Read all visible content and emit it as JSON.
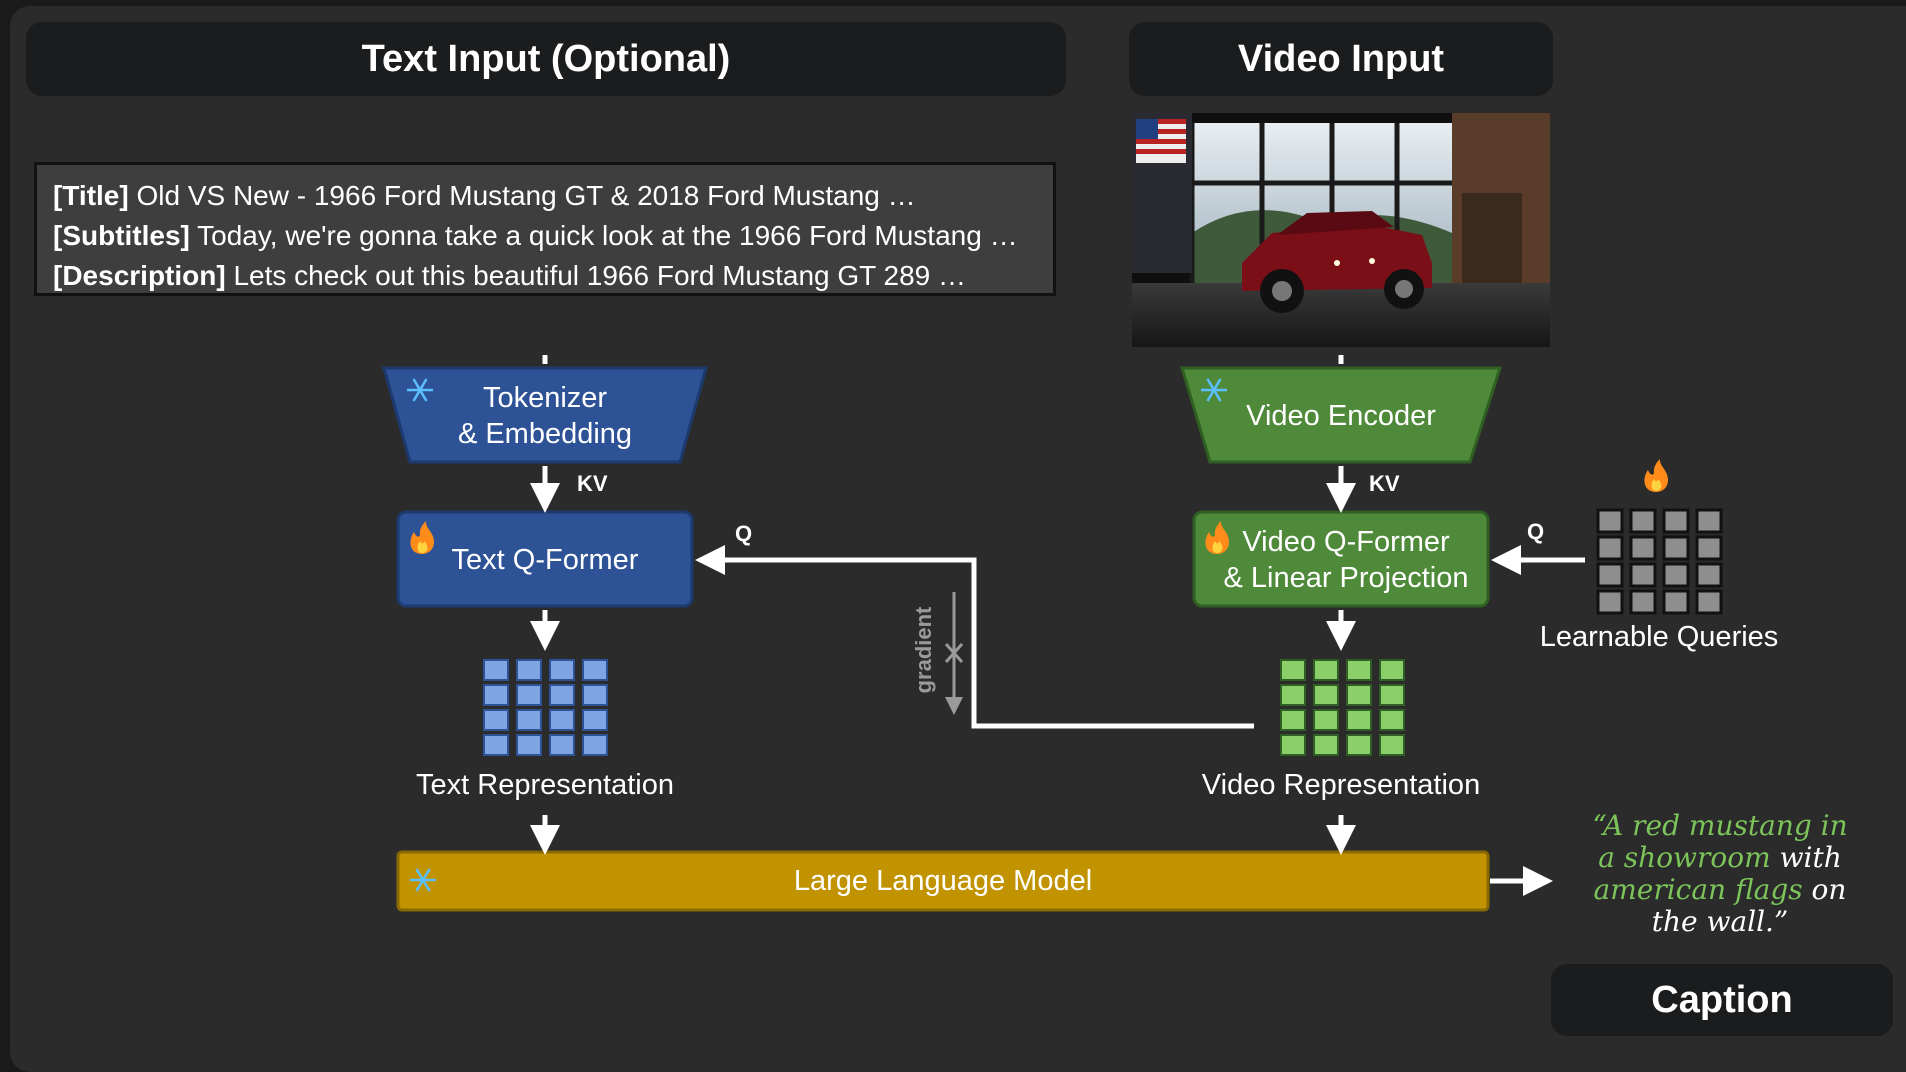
{
  "headers": {
    "text_input": "Text Input (Optional)",
    "video_input": "Video Input",
    "caption": "Caption"
  },
  "text_input": {
    "lines": [
      {
        "tag": "[Title]",
        "text": " Old VS New - 1966 Ford Mustang GT & 2018 Ford Mustang …"
      },
      {
        "tag": "[Subtitles]",
        "text": " Today, we're gonna take a quick look at the 1966 Ford Mustang …"
      },
      {
        "tag": "[Description]",
        "text": " Lets check out this beautiful 1966 Ford Mustang GT 289 …"
      }
    ]
  },
  "modules": {
    "tokenizer": {
      "line1": "Tokenizer",
      "line2": "& Embedding",
      "state": "frozen"
    },
    "video_encoder": {
      "label": "Video Encoder",
      "state": "frozen"
    },
    "text_qformer": {
      "label": "Text Q-Former",
      "state": "trainable"
    },
    "video_qformer": {
      "line1": "Video Q-Former",
      "line2": "& Linear Projection",
      "state": "trainable"
    },
    "llm": {
      "label": "Large Language Model",
      "state": "frozen"
    },
    "learnable_queries": {
      "label": "Learnable Queries",
      "state": "trainable"
    }
  },
  "representations": {
    "text": "Text Representation",
    "video": "Video Representation"
  },
  "edge_labels": {
    "kv_text": "KV",
    "kv_video": "KV",
    "q_text": "Q",
    "q_video": "Q",
    "gradient": "gradient"
  },
  "caption": {
    "parts": [
      {
        "text": "“A red mustang in",
        "color": "green"
      },
      {
        "text": "a showroom",
        "color": "green"
      },
      {
        "text": " with",
        "color": "white"
      },
      {
        "text": "american flags",
        "color": "green"
      },
      {
        "text": " on",
        "color": "white"
      },
      {
        "text": "the wall.”",
        "color": "white"
      }
    ]
  },
  "colors": {
    "blue": "#2d5295",
    "green": "#4f8a3a",
    "gold": "#c29300",
    "text_grid": "#7fa4e4",
    "video_grid": "#8bcf6a",
    "query_grid": "#8e8e8e",
    "snowflake": "#5bbfff",
    "fire": "#ff8c1a"
  },
  "icons": [
    "snowflake-icon",
    "fire-icon"
  ]
}
